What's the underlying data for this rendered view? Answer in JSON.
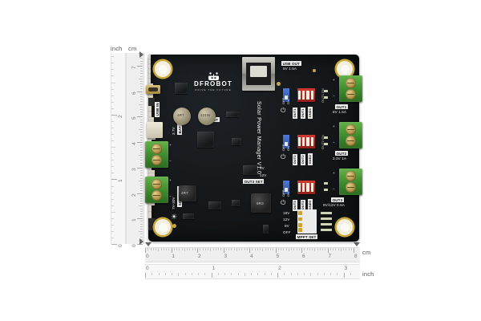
{
  "page": {
    "background_color": "#ffffff",
    "subject": "DFRobot Solar Power Manager V1.0 PCB product photo with measurement rulers"
  },
  "rulers": {
    "vertical": {
      "inch_label": "inch",
      "cm_label": "cm",
      "inch_ticks": [
        "0",
        "1",
        "2"
      ],
      "cm_ticks": [
        "0",
        "1",
        "2",
        "3",
        "4",
        "5",
        "6",
        "7"
      ]
    },
    "horizontal": {
      "cm_label": "cm",
      "inch_label": "inch",
      "cm_ticks": [
        "0",
        "1",
        "2",
        "3",
        "4",
        "5",
        "6",
        "7",
        "8"
      ],
      "inch_ticks": [
        "0",
        "1",
        "2",
        "3"
      ]
    }
  },
  "board": {
    "brand": "DFROBOT",
    "tagline": "DRIVE THE FUTURE",
    "title": "Solar Power Manager V1.0",
    "pcb_color": "#15181a",
    "accent_green": "#3d8a2c",
    "accent_gold": "#c9a646",
    "silkscreen": {
      "usb_out": "USB OUT",
      "usb_out_rating": "5V 1.5A",
      "usb_in": "USB IN",
      "bat_in": "BAT IN",
      "bat_in_rating": "3.7V",
      "solar_in": "SOLAR IN",
      "solar_in_rating": "7V-30V",
      "boot": "BOOT",
      "out3_set": "OUT3 SET",
      "out3_set_options": [
        "9V",
        "12V"
      ],
      "dip_label": "MPPT SET",
      "dip_options": [
        "18V",
        "12V",
        "9V",
        "OFF"
      ],
      "switch_off": "OFF",
      "switch_on": "ON",
      "outputs": [
        {
          "name": "OUT1",
          "rating": "5V 1.5A",
          "pin_signal": "OUT1",
          "pin_gnd": "GND1",
          "enable_label": "OUT1 EN"
        },
        {
          "name": "OUT2",
          "rating": "3.3V 1A",
          "pin_signal": "OUT2",
          "pin_gnd": "GND2",
          "enable_label": "OUT2 EN"
        },
        {
          "name": "OUT3",
          "rating": "9V/12V 0.5A",
          "pin_signal": "OUT3",
          "pin_gnd": "GND3",
          "enable_label": "OUT3 EN"
        }
      ],
      "polarity_plus": "+",
      "polarity_minus": "−",
      "inductor_marks": [
        "4R7",
        "6R3"
      ],
      "cap_marks": [
        "4R7",
        "121M"
      ],
      "power_icon": "⏻",
      "sun_icon": "☀"
    }
  }
}
